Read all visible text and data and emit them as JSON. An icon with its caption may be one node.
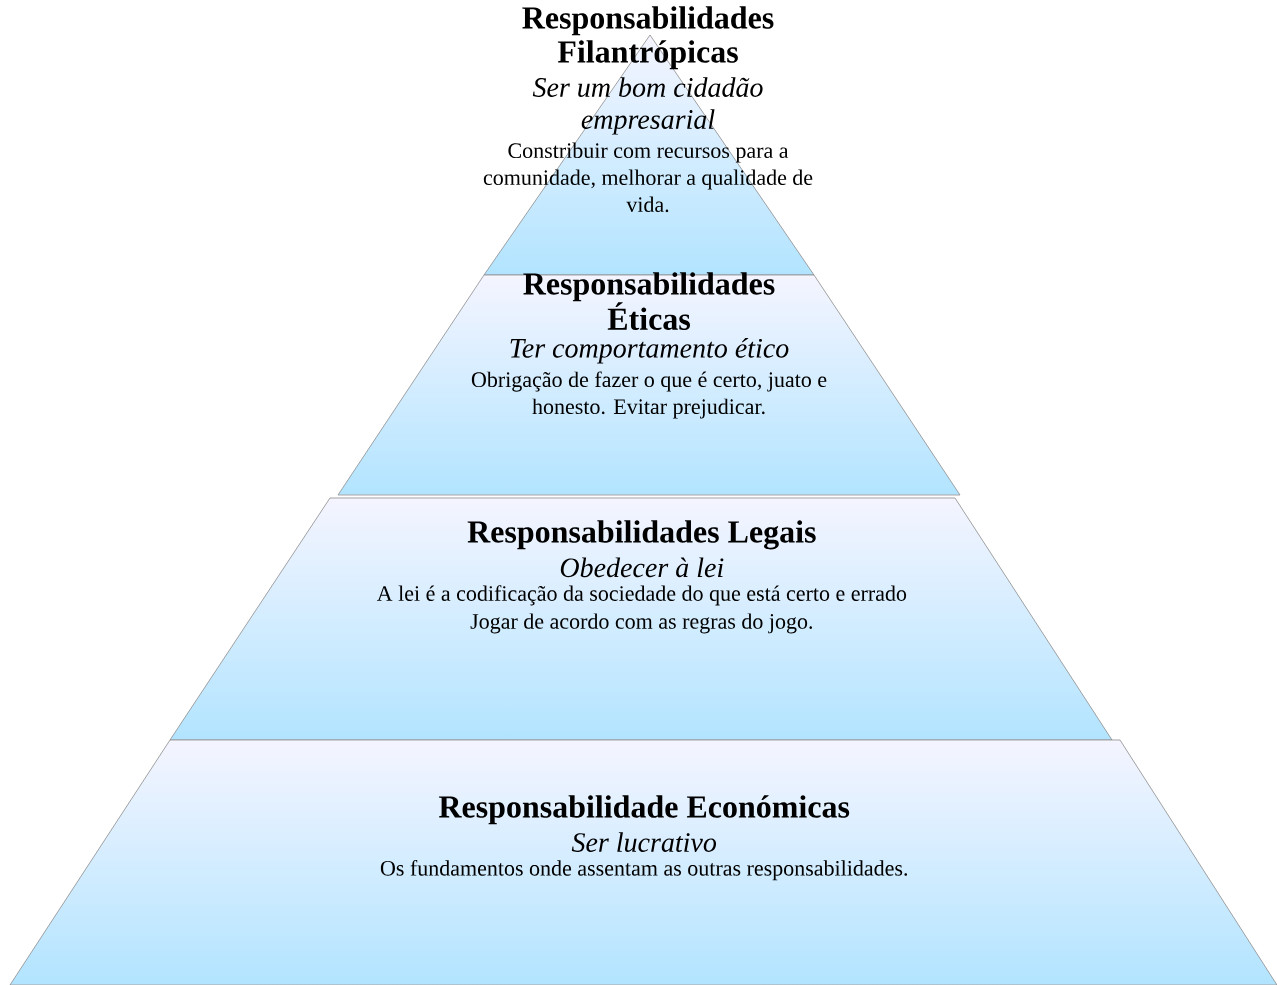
{
  "diagram": {
    "nodes": [
      {
        "text": [
          "Responsabilidades Filantrópicas",
          "Ser um bom cidadão empresarial",
          "Constribuir com recursos para a comunidade, melhorar a qualidade de vida."
        ]
      },
      {
        "text": [
          "Responsabilidades Éticas",
          "Ter comportamento ético",
          "Obrigação de fazer o que é certo, juato e honesto. Evitar prejudicar."
        ]
      },
      {
        "text": [
          "Responsabilidades Legais",
          "Obedecer à lei",
          "A lei é a codificação da sociedade do que está certo e errado",
          "Jogar de acordo com as regras do jogo."
        ]
      },
      {
        "text": [
          "Responsabilidade Económicas",
          "Ser lucrativo",
          "Os fundamentos onde assentam as outras responsabilidades."
        ]
      }
    ]
  }
}
